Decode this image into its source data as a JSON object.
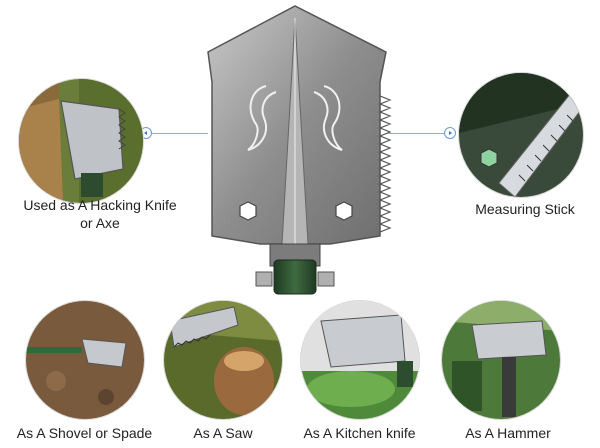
{
  "features": {
    "hacking": "Used as A Hacking Knife",
    "hacking_line2": "or Axe",
    "measuring": "Measuring Stick",
    "shovel": "As A Shovel or Spade",
    "saw": "As A Saw",
    "kitchen": "As A Kitchen knife",
    "hammer": "As A Hammer"
  },
  "icons": {
    "blade": "shovel-blade-illustration",
    "hacking": "wood-chopping-photo",
    "measuring": "ruler-scale-photo",
    "shovel": "digging-soil-photo",
    "saw": "sawing-log-photo",
    "kitchen": "cutting-vegetables-photo",
    "hammer": "hammering-photo"
  }
}
